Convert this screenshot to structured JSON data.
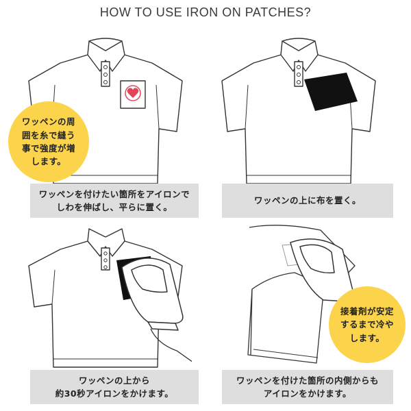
{
  "title": "HOW TO USE IRON ON PATCHES?",
  "steps": [
    {
      "caption_lines": [
        "ワッペンを付けたい箇所をアイロンで",
        "しわを伸ばし、平らに置く。"
      ],
      "bubble_lines": [
        "ワッペンの周",
        "囲を糸で縫う",
        "事で強度が増",
        "します。"
      ],
      "illustration": "shirt-with-heart-patch-icon"
    },
    {
      "caption_lines": [
        "ワッペンの上に布を置く。"
      ],
      "illustration": "shirt-with-cloth-icon"
    },
    {
      "caption_lines": [
        "ワッペンの上から",
        "約30秒アイロンをかけます。"
      ],
      "illustration": "shirt-with-iron-icon"
    },
    {
      "caption_lines": [
        "ワッペンを付けた箇所の内側からも",
        "アイロンをかけます。"
      ],
      "bubble_lines": [
        "接着剤が安定",
        "するまで冷や",
        "します。"
      ],
      "illustration": "shirt-inside-iron-icon"
    }
  ],
  "colors": {
    "caption_bg": "#dedede",
    "bubble": "#fbd44b",
    "heart": "#e0455a",
    "line": "#333333"
  }
}
